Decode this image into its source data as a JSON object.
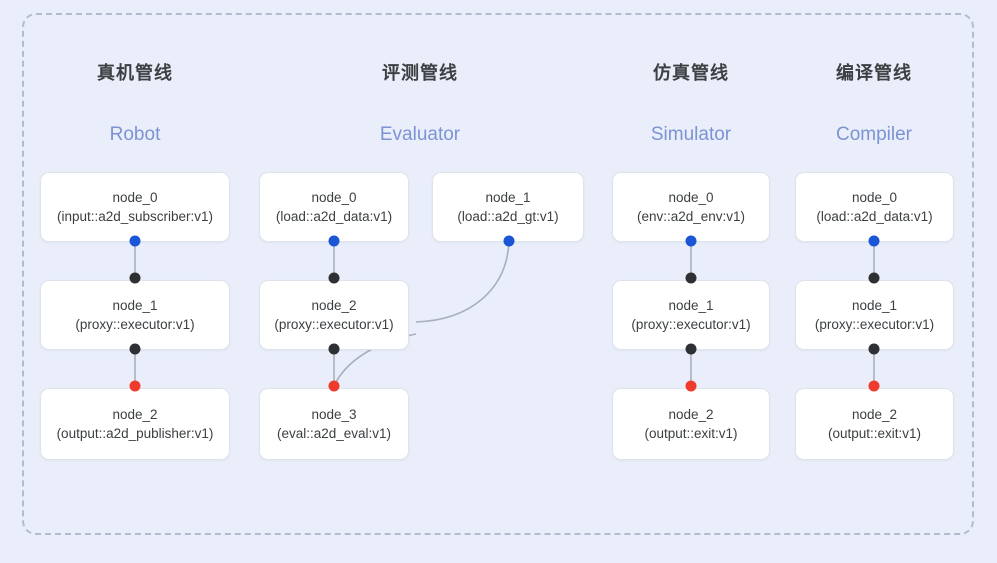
{
  "diagram": {
    "title_hidden": "",
    "frame": {
      "style": "dashed",
      "border_color": "#b3bccf"
    },
    "background_color": "#e9eefa",
    "port_colors": {
      "output": "#1a56d6",
      "link": "#2f3033",
      "terminal": "#ef3b2c"
    },
    "columns": [
      {
        "id": "robot",
        "title_cn": "真机管线",
        "title_en": "Robot",
        "nodes": [
          {
            "name": "node_0",
            "spec": "(input::a2d_subscriber:v1)"
          },
          {
            "name": "node_1",
            "spec": "(proxy::executor:v1)"
          },
          {
            "name": "node_2",
            "spec": "(output::a2d_publisher:v1)"
          }
        ]
      },
      {
        "id": "evaluator",
        "title_cn": "评测管线",
        "title_en": "Evaluator",
        "nodes": [
          {
            "name": "node_0",
            "spec": "(load::a2d_data:v1)"
          },
          {
            "name": "node_2",
            "spec": "(proxy::executor:v1)"
          },
          {
            "name": "node_3",
            "spec": "(eval::a2d_eval:v1)"
          }
        ],
        "side_nodes": [
          {
            "name": "node_1",
            "spec": "(load::a2d_gt:v1)"
          }
        ]
      },
      {
        "id": "simulator",
        "title_cn": "仿真管线",
        "title_en": "Simulator",
        "nodes": [
          {
            "name": "node_0",
            "spec": "(env::a2d_env:v1)"
          },
          {
            "name": "node_1",
            "spec": "(proxy::executor:v1)"
          },
          {
            "name": "node_2",
            "spec": "(output::exit:v1)"
          }
        ]
      },
      {
        "id": "compiler",
        "title_cn": "编译管线",
        "title_en": "Compiler",
        "nodes": [
          {
            "name": "node_0",
            "spec": "(load::a2d_data:v1)"
          },
          {
            "name": "node_1",
            "spec": "(proxy::executor:v1)"
          },
          {
            "name": "node_2",
            "spec": "(output::exit:v1)"
          }
        ]
      }
    ]
  }
}
